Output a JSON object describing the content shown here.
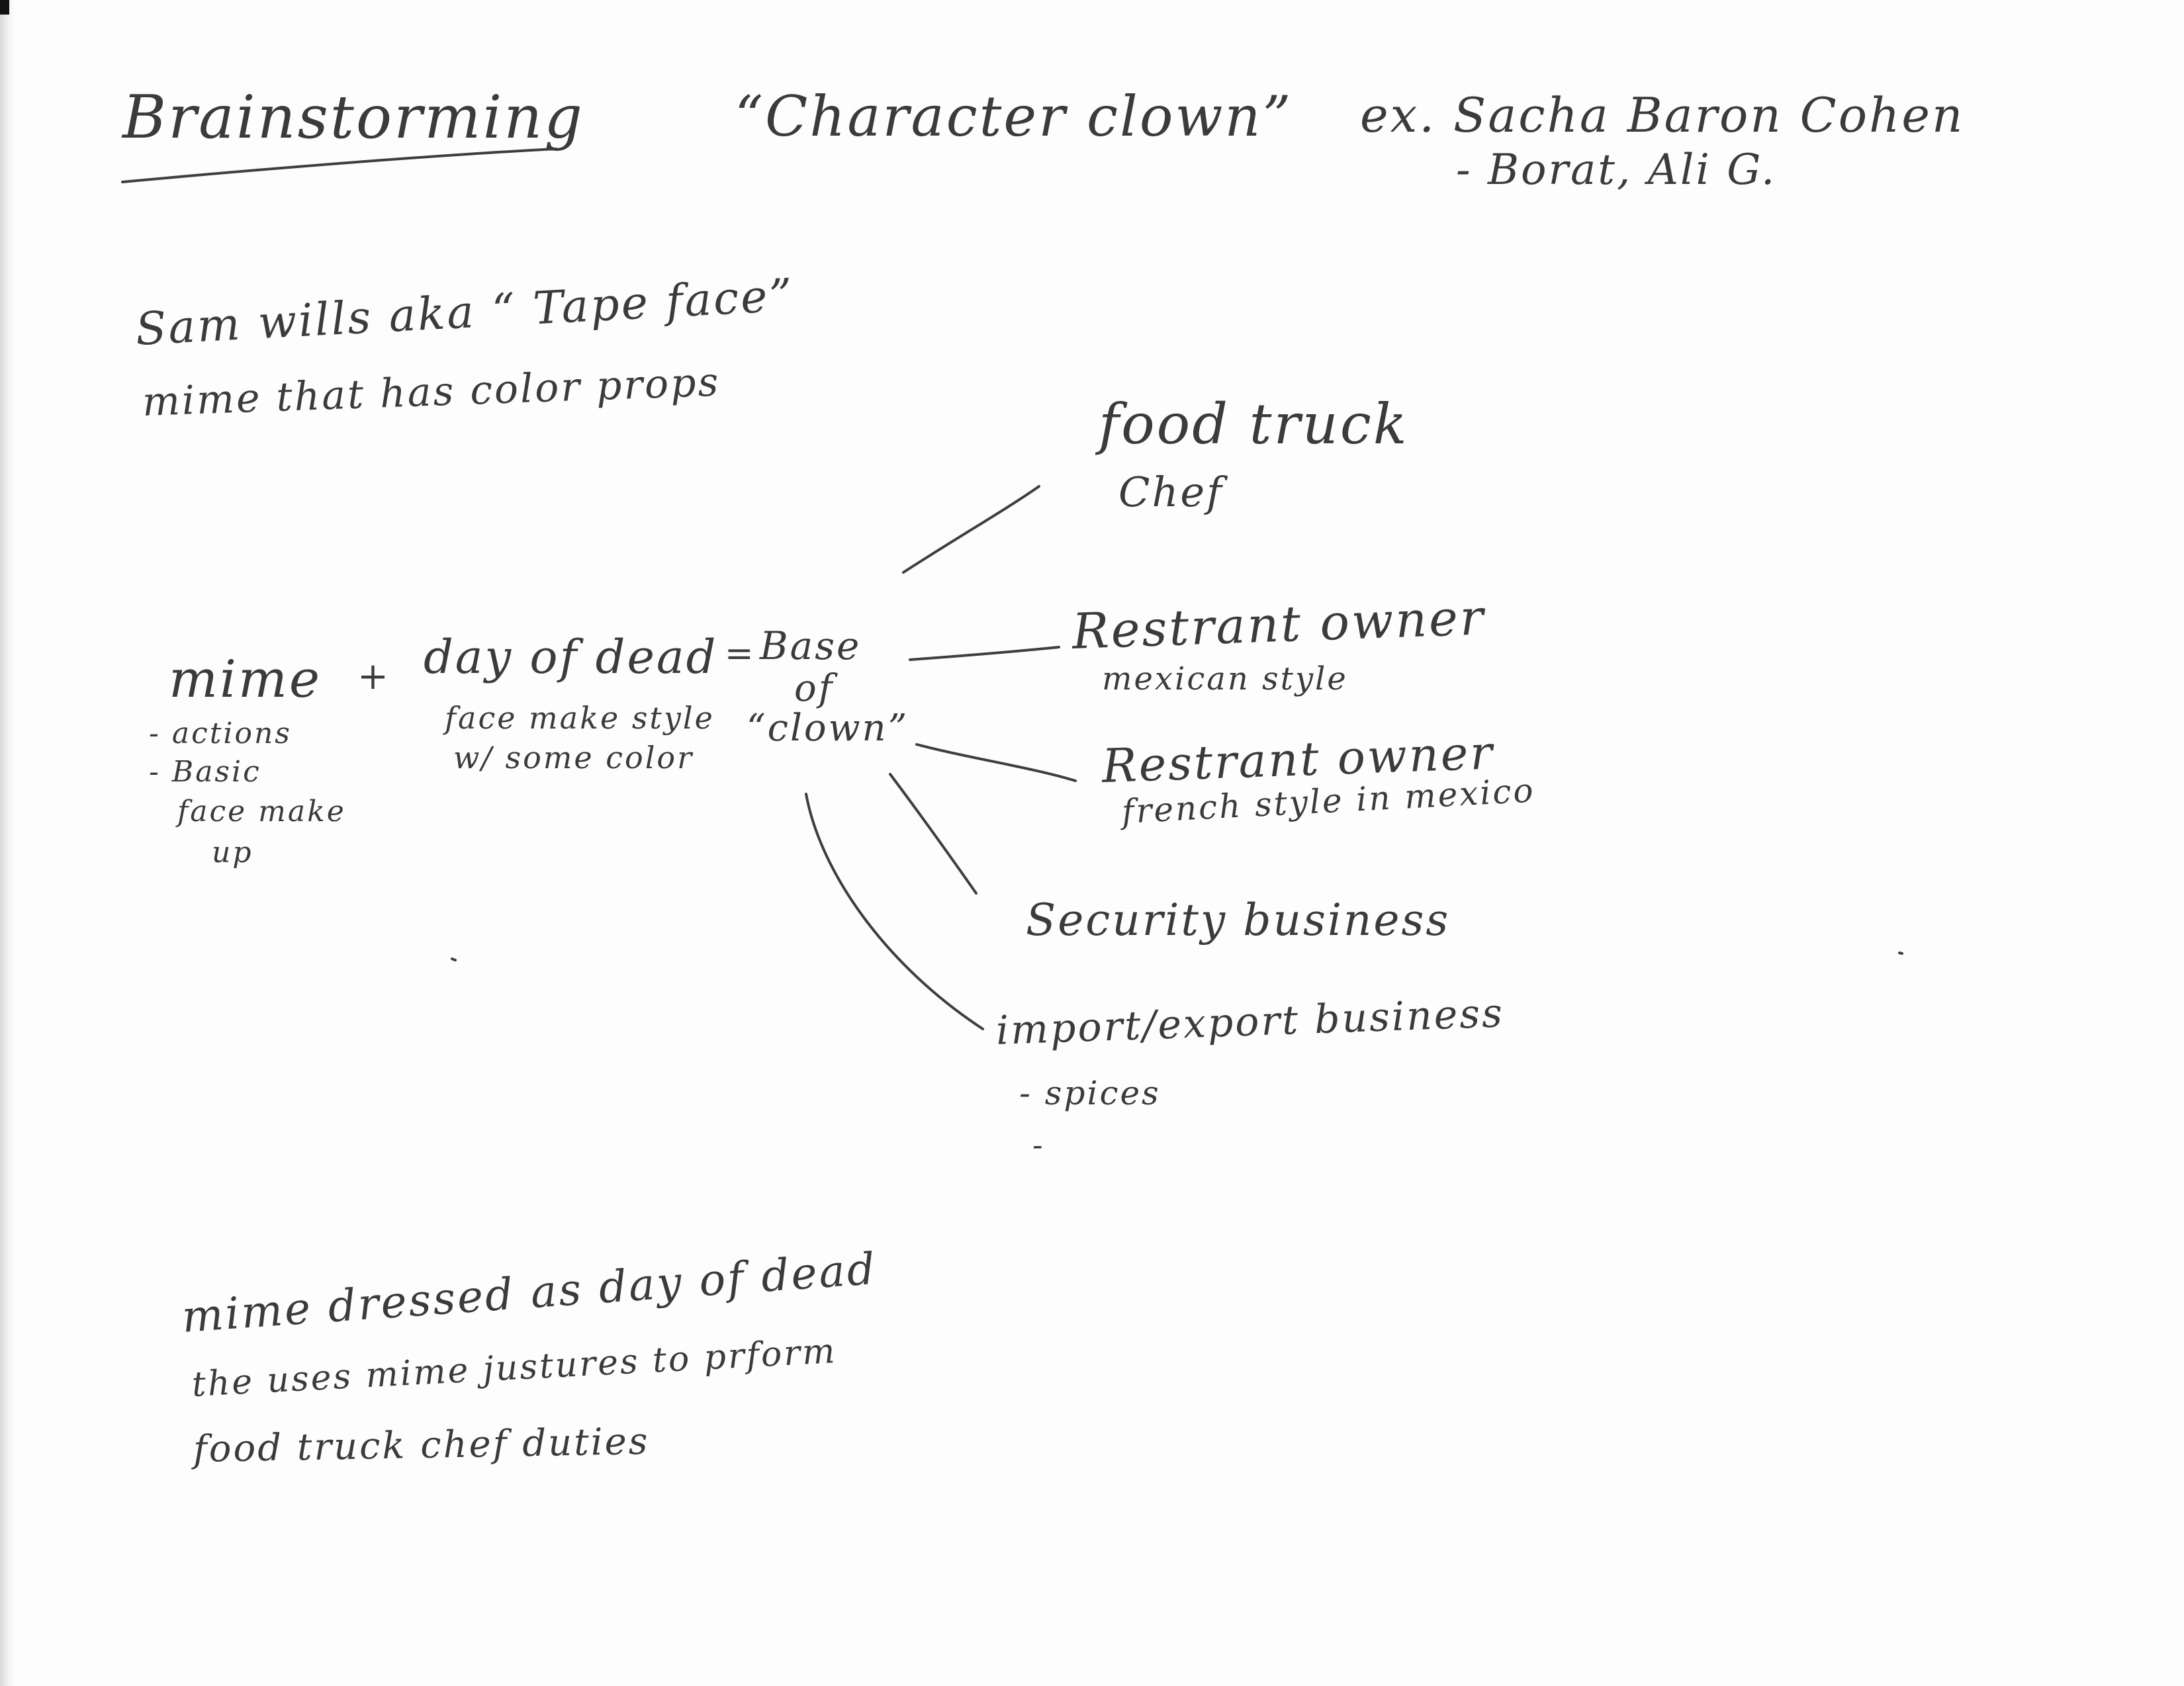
{
  "heading": "Brainstorming",
  "concept": "“Character clown”",
  "example_line1": "ex. Sacha Baron Cohen",
  "example_line2": "- Borat, Ali G.",
  "sam_line1": "Sam wills aka “ Tape face”",
  "sam_line2": "mime that has color props",
  "mime": {
    "title": "mime",
    "notes": [
      "- actions",
      "- Basic",
      "face make",
      "up"
    ]
  },
  "plus": "+",
  "day_of_dead": {
    "title": "day of dead",
    "line1": "face make style",
    "line2": "w/ some color"
  },
  "equals": "=",
  "base": [
    "Base",
    "of",
    "“clown”"
  ],
  "branches": {
    "food_truck": [
      "food truck",
      "Chef"
    ],
    "restaurant_mexican": [
      "Restrant owner",
      "mexican style"
    ],
    "restaurant_french": [
      "Restrant owner",
      "french style in mexico"
    ],
    "security": "Security business",
    "import_export": [
      "import/export business",
      "- spices",
      "-"
    ]
  },
  "summary": [
    "mime dressed as day of dead",
    "the uses mime justures to prform",
    "food truck chef duties"
  ]
}
